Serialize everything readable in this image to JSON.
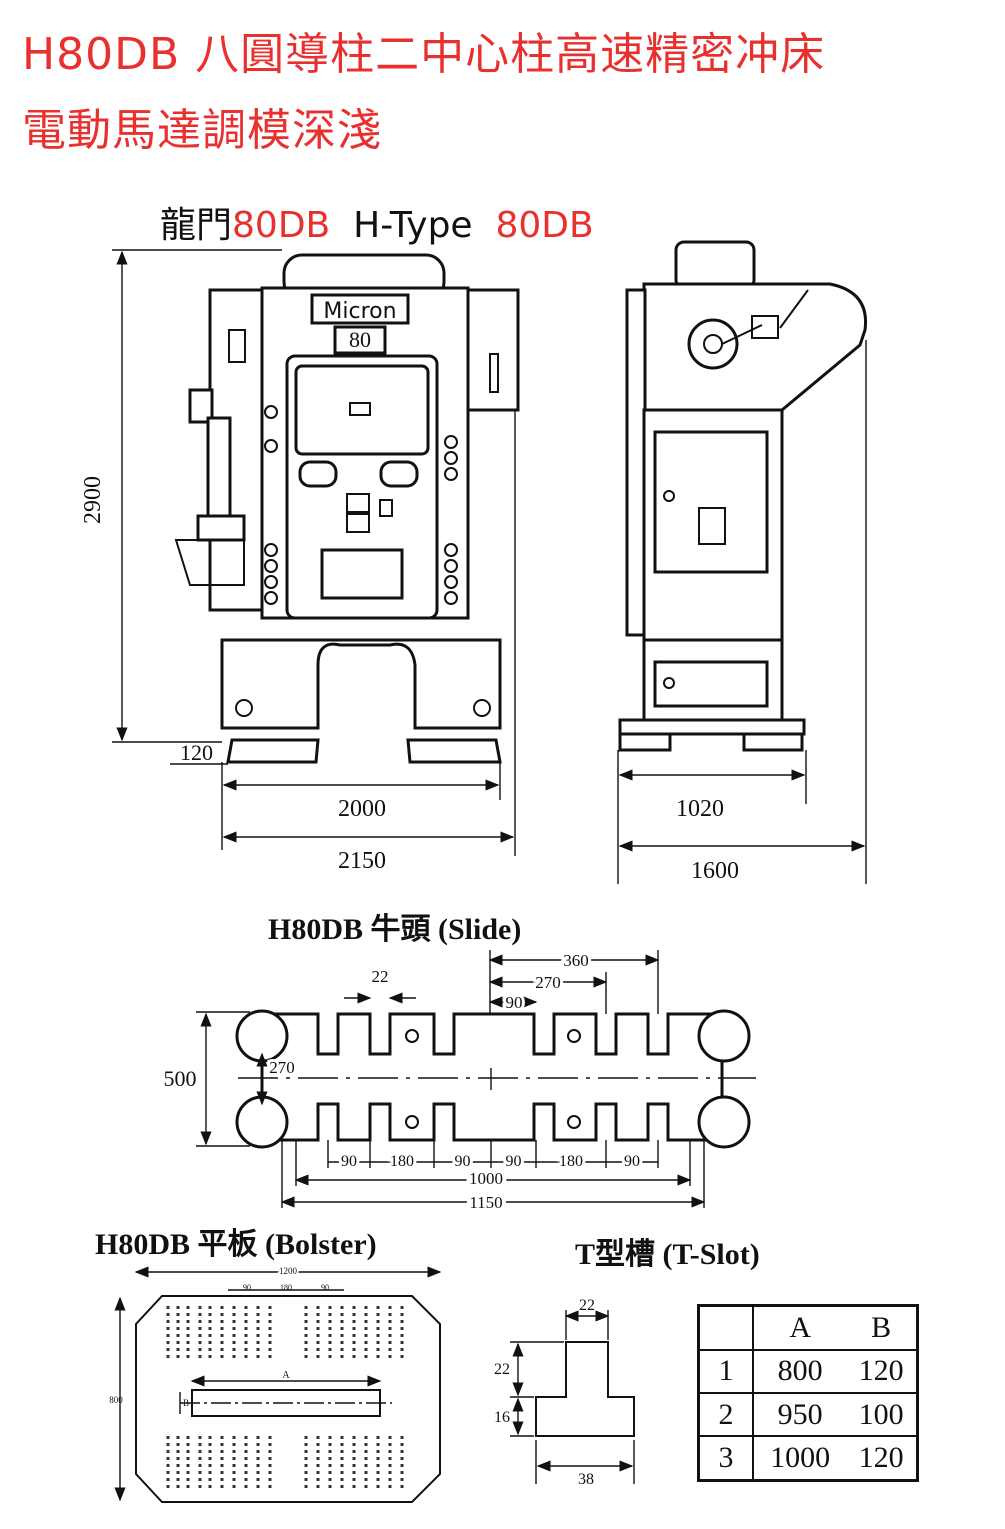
{
  "title_line1": "H80DB 八圓導柱二中心柱高速精密冲床",
  "title_line2": "電動馬達調模深淺",
  "model": {
    "prefix": "龍門",
    "model_a": "80DB",
    "type_label": "H-Type",
    "model_b": "80DB"
  },
  "front_view": {
    "brand_plate": "Micron",
    "tonnage_plate": "80",
    "dims": {
      "height": "2900",
      "base_height": "120",
      "inner_width": "2000",
      "outer_width": "2150"
    }
  },
  "side_view": {
    "dims": {
      "inner_depth": "1020",
      "outer_depth": "1600"
    }
  },
  "slide": {
    "title": "H80DB 牛頭 (Slide)",
    "dims": {
      "slot_width": "22",
      "d360": "360",
      "d270_top": "270",
      "d90_top": "90",
      "height": "500",
      "d270_side": "270",
      "bottom_segments": [
        "90",
        "180",
        "90",
        "90",
        "180",
        "90"
      ],
      "d1000": "1000",
      "d1150": "1150"
    }
  },
  "bolster": {
    "title": "H80DB 平板 (Bolster)",
    "dims": {
      "width": "1200",
      "top_segments": [
        "90",
        "180",
        "90"
      ],
      "depth": "800",
      "slot_label": "A",
      "slot_height": "B"
    }
  },
  "tslot": {
    "title": "T型槽 (T-Slot)",
    "dims": {
      "top": "22",
      "neck_h": "22",
      "head_h": "16",
      "bottom": "38"
    }
  },
  "spec_table": {
    "headers": [
      "",
      "A",
      "B"
    ],
    "rows": [
      [
        "1",
        "800",
        "120"
      ],
      [
        "2",
        "950",
        "100"
      ],
      [
        "3",
        "1000",
        "120"
      ]
    ]
  }
}
